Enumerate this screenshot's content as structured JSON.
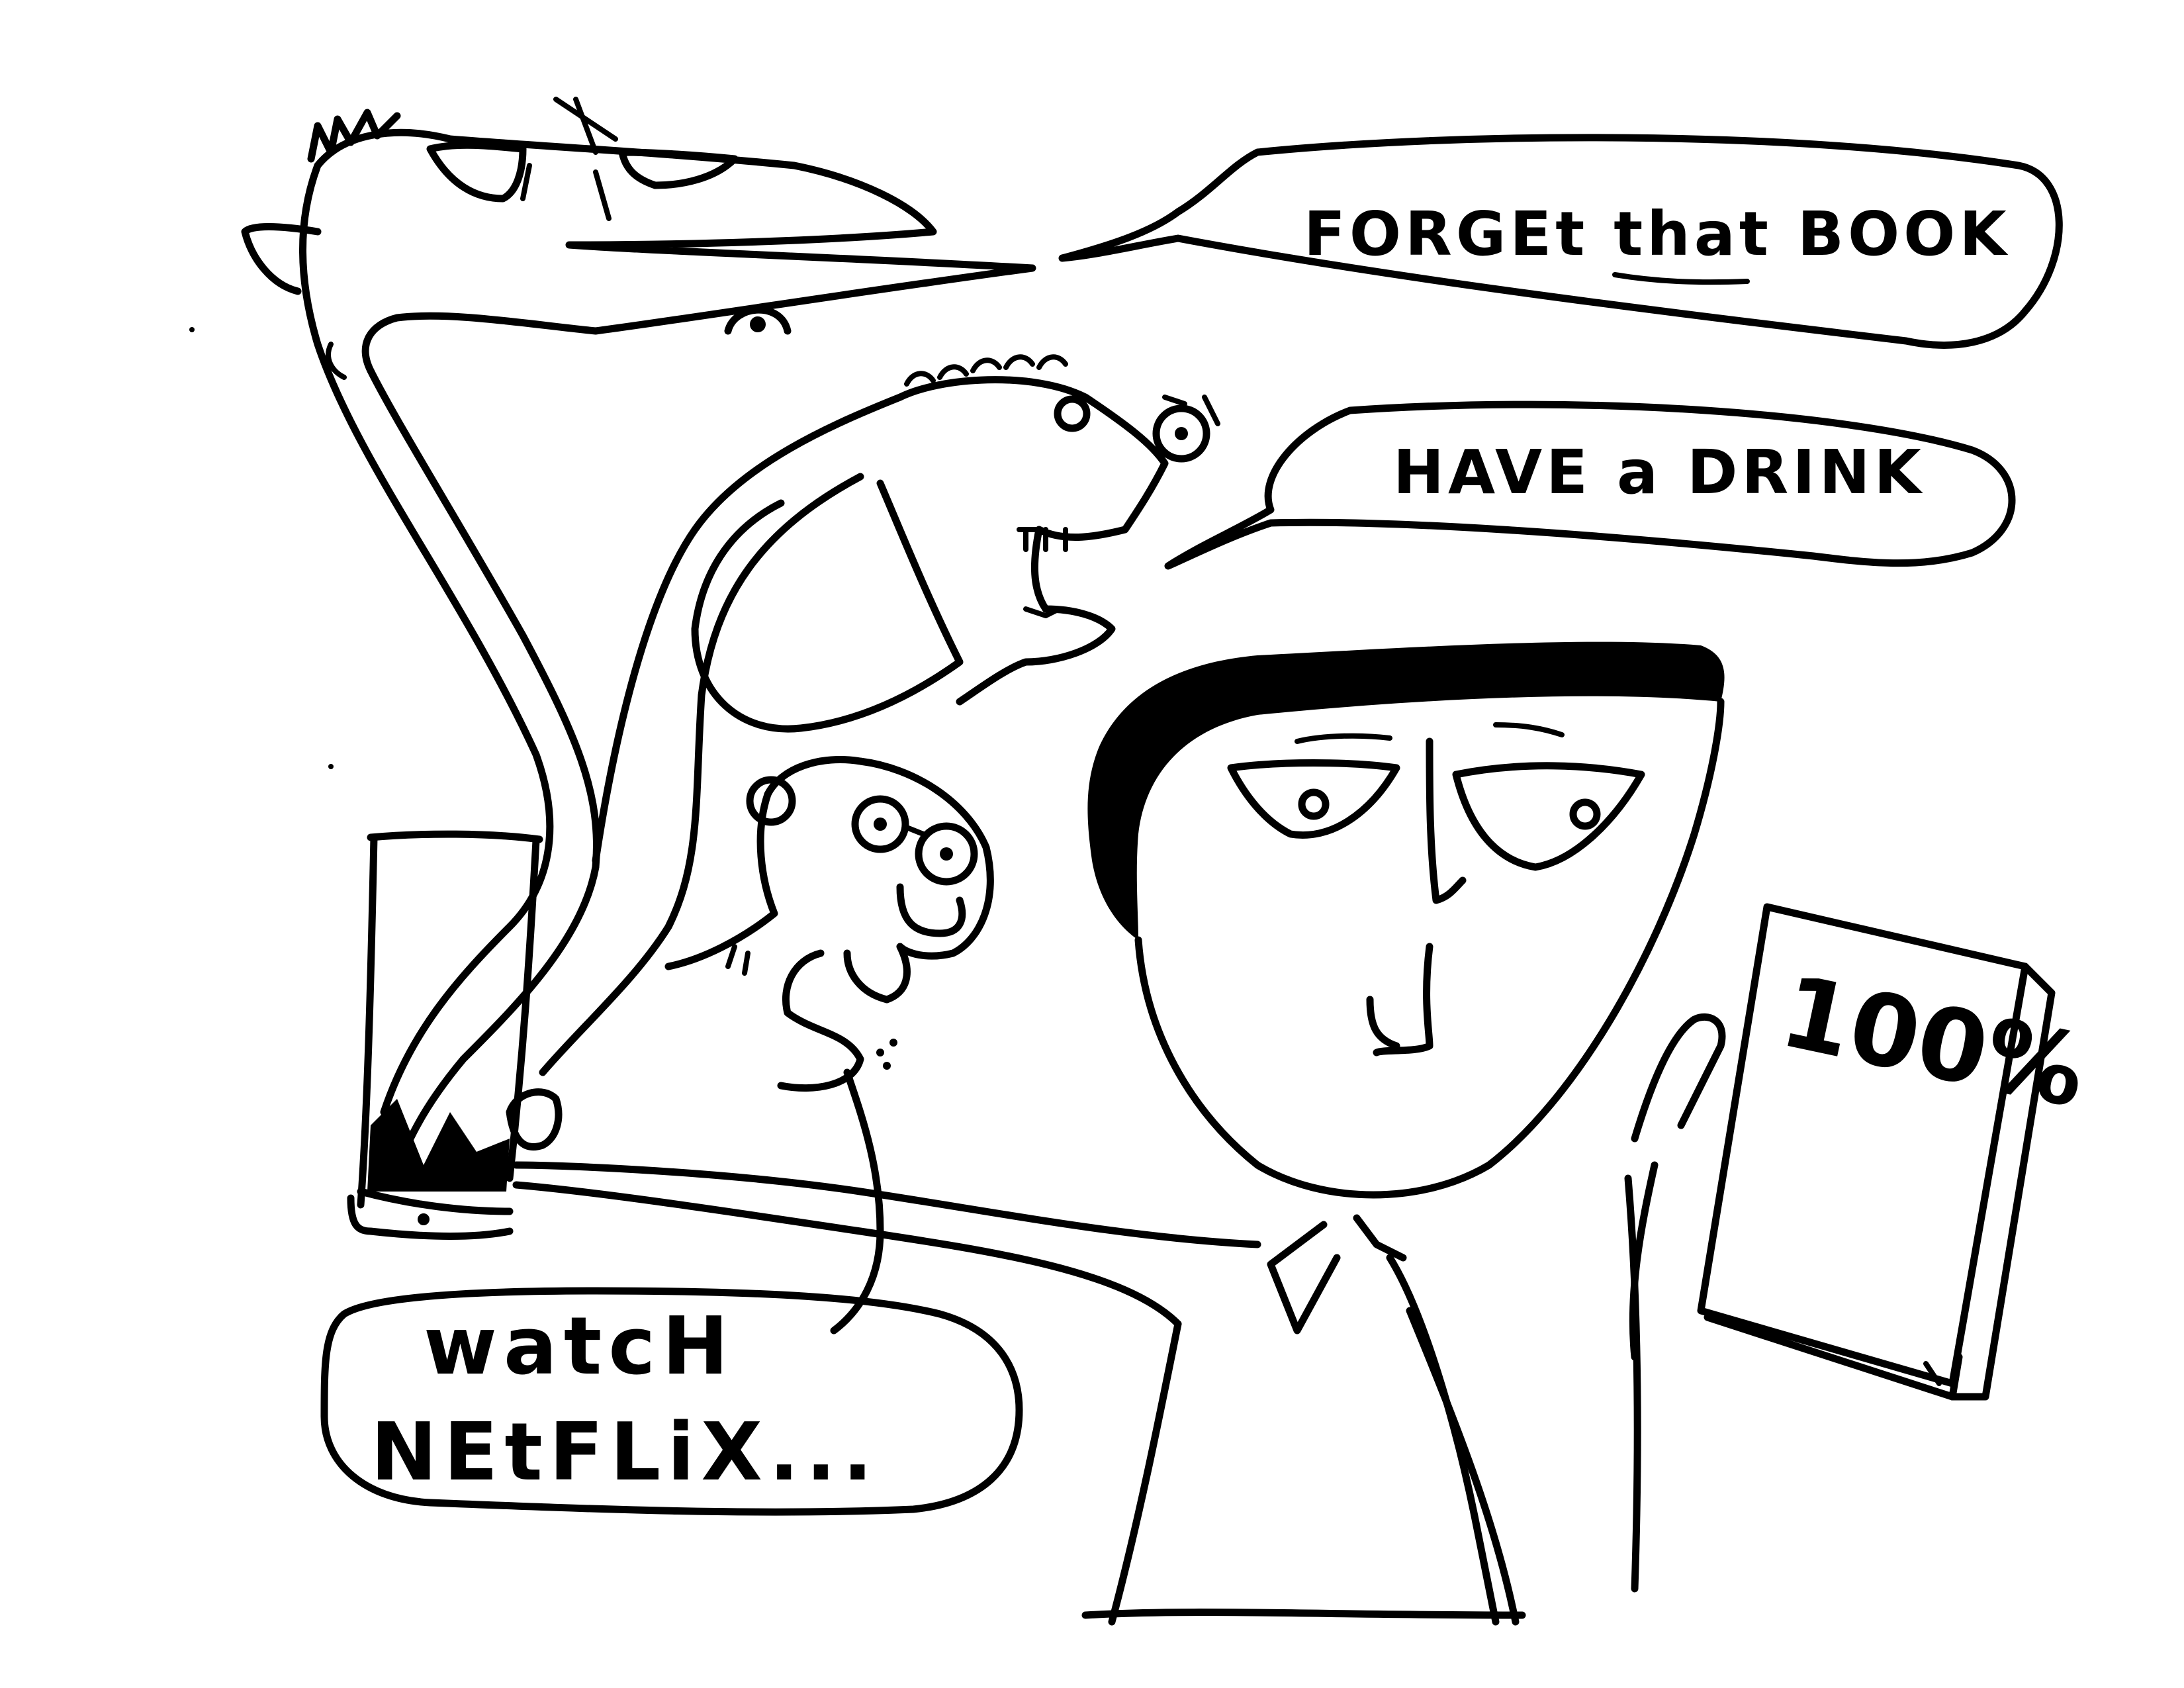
{
  "bubbles": {
    "forget": "FORGEt that BOOK",
    "drink": "HAVE a DRINK",
    "watch_line1": "watcH",
    "watch_line2": "NEtFLiX..."
  },
  "book": {
    "label": "100%"
  },
  "colors": {
    "ink": "#000000",
    "paper": "#ffffff"
  }
}
